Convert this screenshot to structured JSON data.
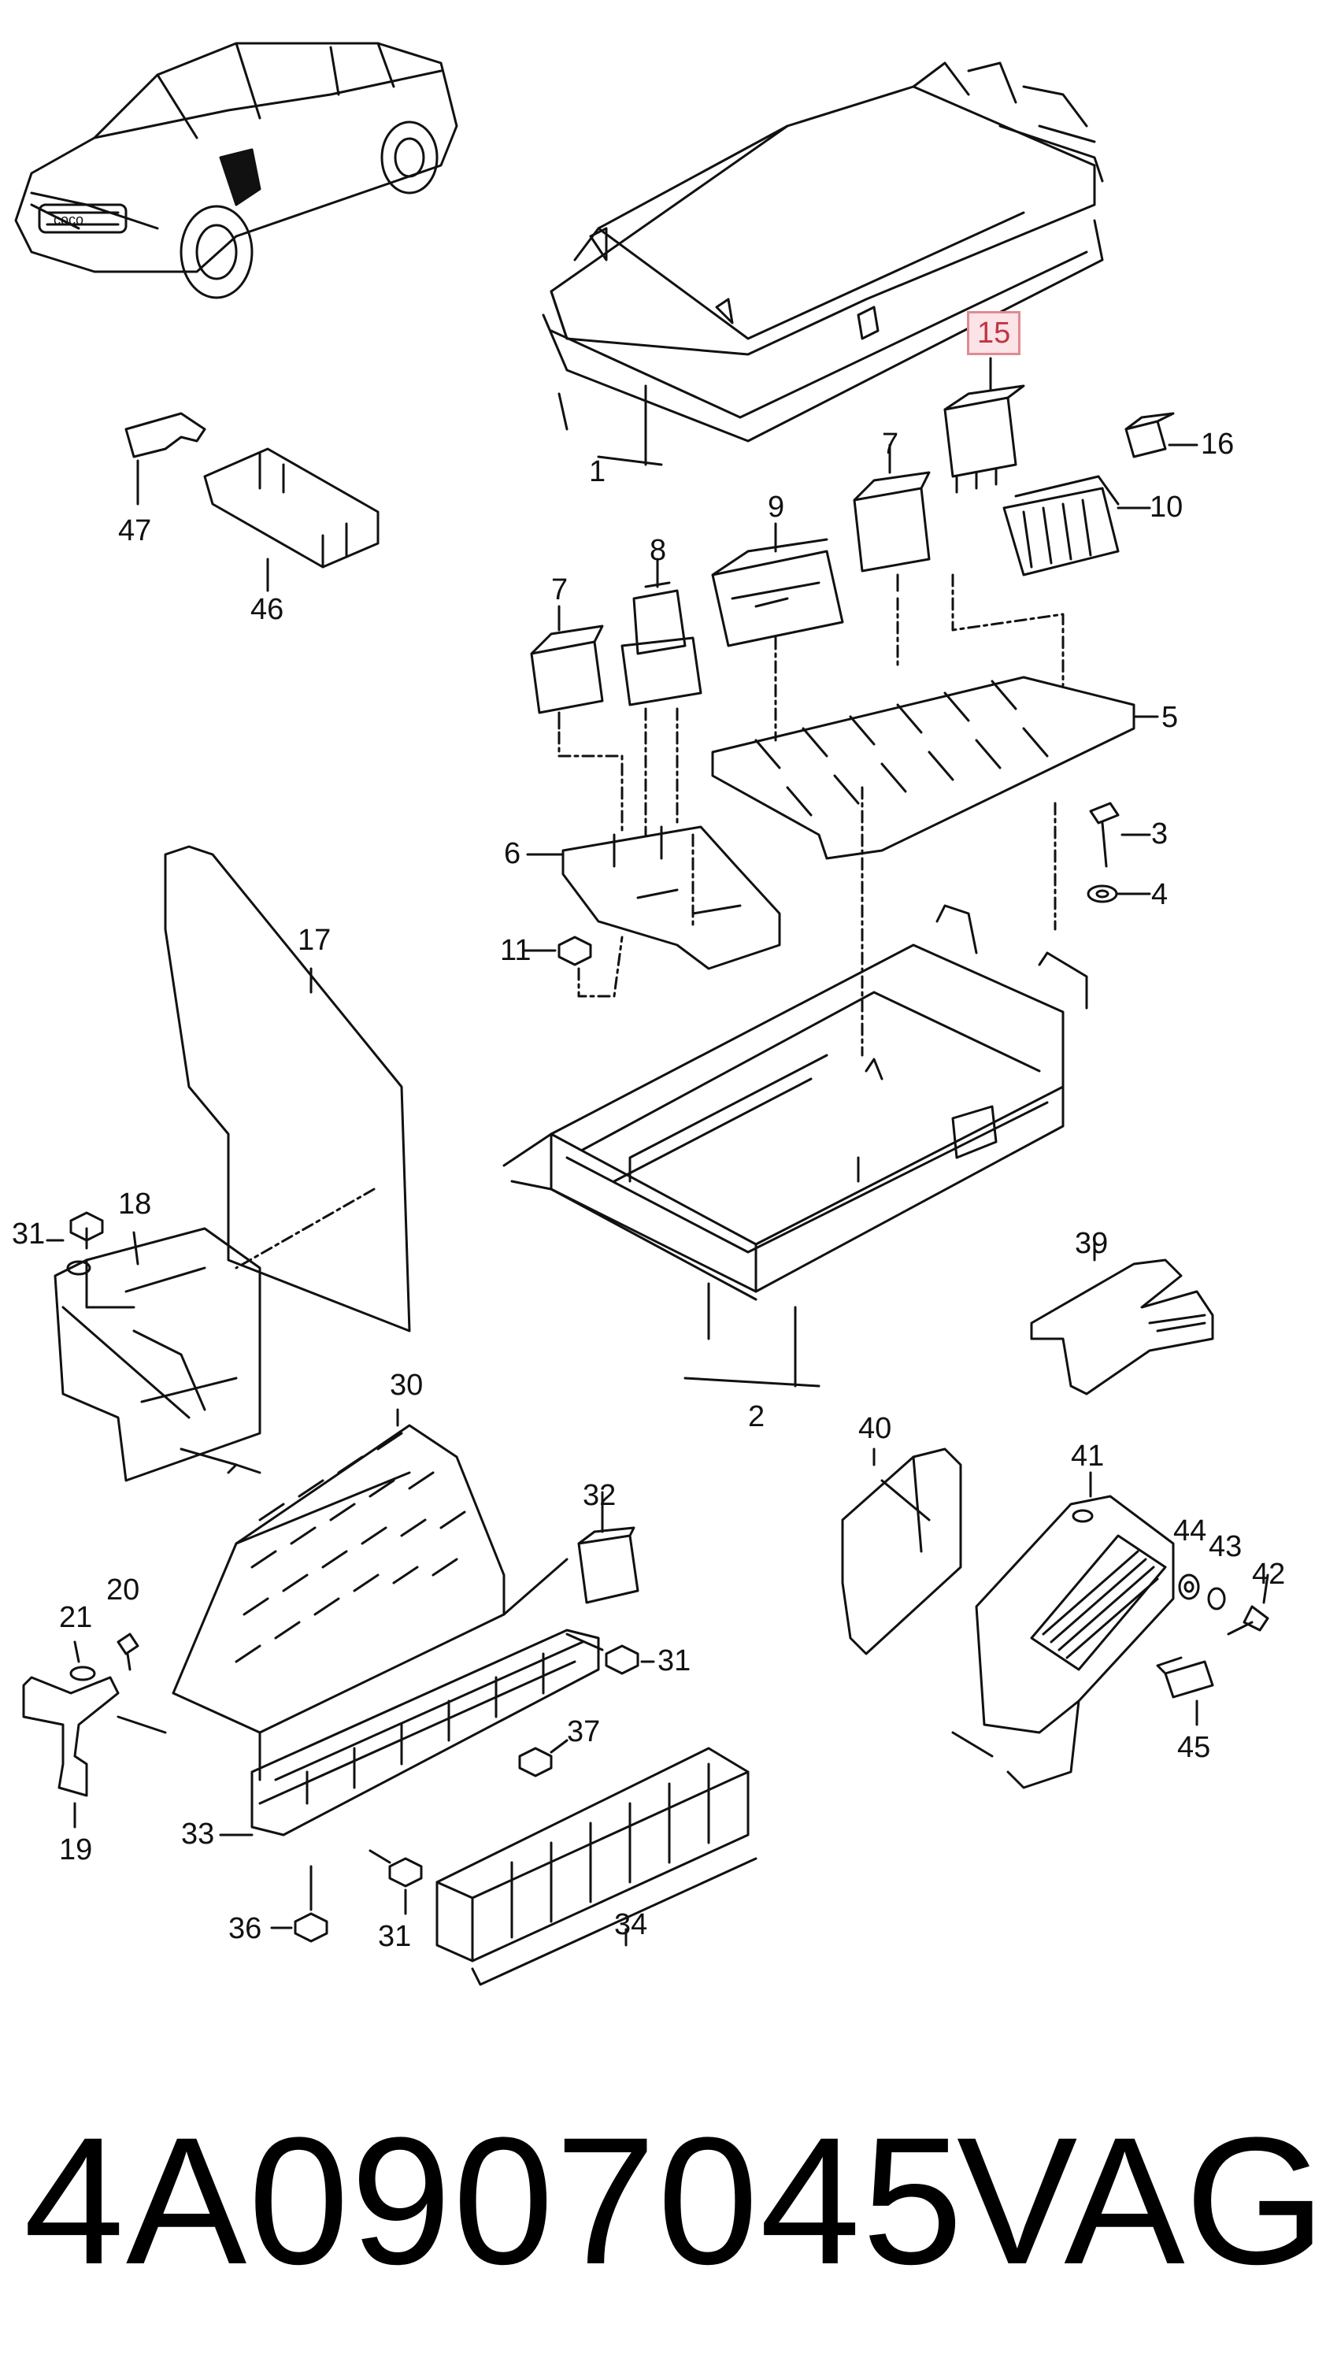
{
  "title_part_number": "4A0907045",
  "brand": "VAG",
  "highlighted_label": "15",
  "callouts": {
    "c1": "1",
    "c2": "2",
    "c3": "3",
    "c4": "4",
    "c5": "5",
    "c6": "6",
    "c7a": "7",
    "c7b": "7",
    "c8": "8",
    "c9": "9",
    "c10": "10",
    "c11": "11",
    "c15": "15",
    "c16": "16",
    "c17": "17",
    "c18": "18",
    "c19": "19",
    "c20": "20",
    "c21": "21",
    "c30": "30",
    "c31a": "31",
    "c31b": "31",
    "c31c": "31",
    "c32": "32",
    "c33": "33",
    "c34": "34",
    "c36": "36",
    "c37": "37",
    "c39": "39",
    "c40": "40",
    "c41": "41",
    "c42": "42",
    "c43": "43",
    "c44": "44",
    "c45": "45",
    "c46": "46",
    "c47": "47"
  },
  "car_badge": "coco",
  "colors": {
    "highlight_border": "#e08a94",
    "highlight_fill": "#fbe3e6",
    "highlight_text": "#c03545"
  }
}
